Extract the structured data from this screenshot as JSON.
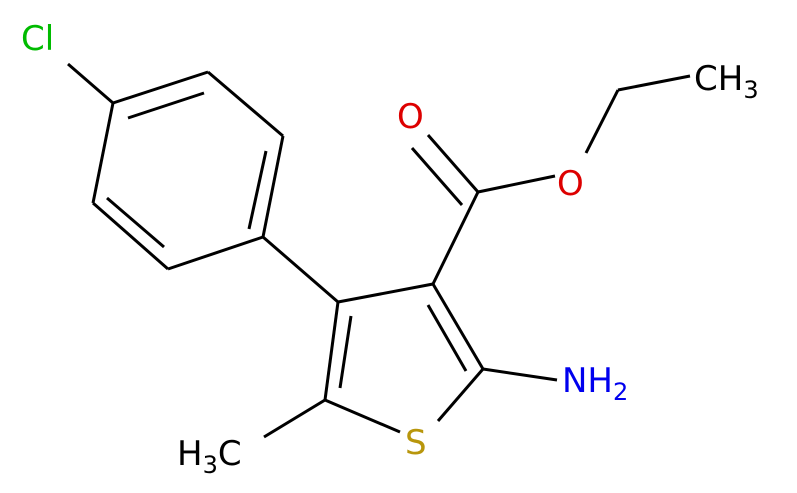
{
  "atoms": {
    "chlorine": {
      "text": "Cl",
      "color": "#00bb00"
    },
    "carbonyl_oxygen": {
      "text": "O",
      "color": "#dd0000"
    },
    "ester_oxygen": {
      "text": "O",
      "color": "#dd0000"
    },
    "methyl_terminal": {
      "main": "CH",
      "sub": "3",
      "color": "#000000"
    },
    "amino": {
      "main": "NH",
      "sub": "2",
      "color": "#0000ee"
    },
    "methyl_ring": {
      "pre": "H",
      "sub": "3",
      "post": "C",
      "color": "#000000"
    },
    "sulfur": {
      "text": "S",
      "color": "#b8960c"
    }
  }
}
